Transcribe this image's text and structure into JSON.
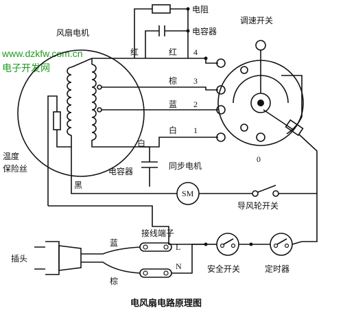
{
  "watermark": {
    "site": "www.dzkfw.com.cn",
    "name": "电子开发网",
    "color": "#1f9a1f"
  },
  "labels": {
    "fan_motor": "风扇电机",
    "resistor": "电阻",
    "capacitor_top": "电容器",
    "speed_switch": "调速开关",
    "red_left": "红",
    "red": "红",
    "brown": "棕",
    "blue": "蓝",
    "white": "白",
    "white_inner": "白",
    "black": "黑",
    "thermal_fuse_line1": "温度",
    "thermal_fuse_line2": "保险丝",
    "capacitor_bottom": "电容器",
    "sync_motor": "同步电机",
    "sm": "SM",
    "guide_wheel_switch": "导风轮开关",
    "terminal_block": "接线端子",
    "blue_wire": "蓝",
    "brown_wire": "棕",
    "plug": "插头",
    "safety_switch": "安全开关",
    "timer": "定时器",
    "L": "L",
    "N": "N",
    "caption": "电风扇电路原理图"
  },
  "terminals": {
    "t4": "4",
    "t3": "3",
    "t2": "2",
    "t1": "1",
    "t0": "0"
  }
}
